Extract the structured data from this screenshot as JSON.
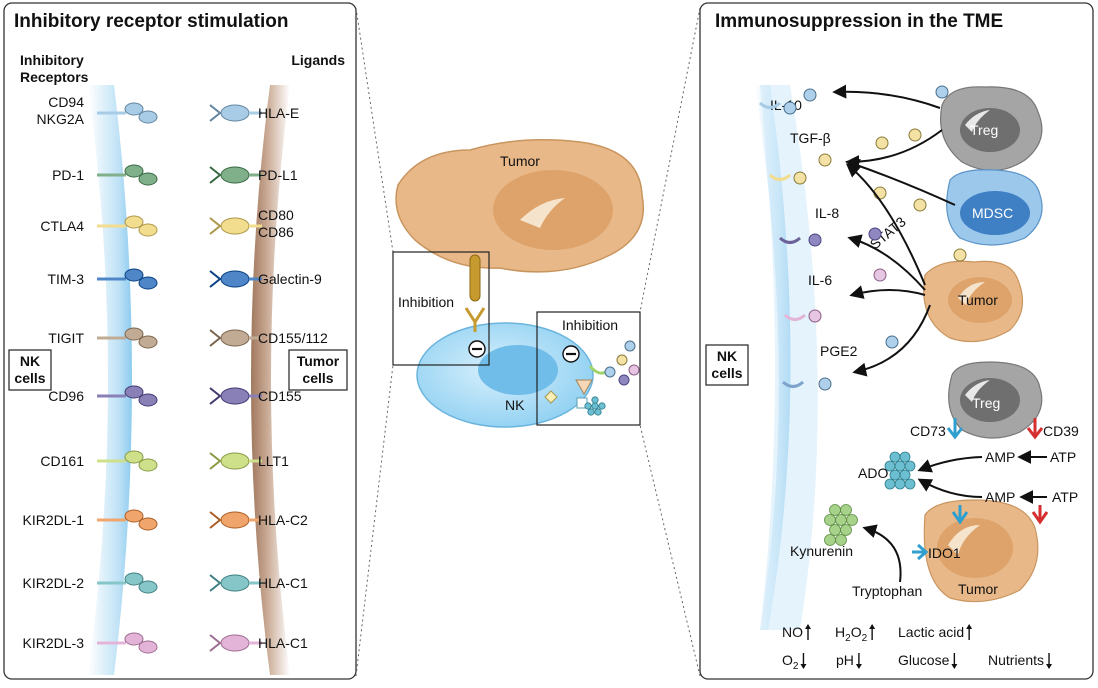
{
  "left_panel": {
    "title": "Inhibitory receptor stimulation",
    "col_receptors": [
      "Inhibitory",
      "Receptors"
    ],
    "col_ligands": "Ligands",
    "nk_label": [
      "NK",
      "cells"
    ],
    "tumor_label": [
      "Tumor",
      "cells"
    ],
    "pairs": [
      {
        "receptor": [
          "CD94",
          "NKG2A"
        ],
        "ligand": [
          "HLA-E"
        ],
        "color": "#a8cbe6"
      },
      {
        "receptor": [
          "PD-1"
        ],
        "ligand": [
          "PD-L1"
        ],
        "color": "#7fb08a"
      },
      {
        "receptor": [
          "CTLA4"
        ],
        "ligand": [
          "CD80",
          "CD86"
        ],
        "color": "#f2dc8e"
      },
      {
        "receptor": [
          "TIM-3"
        ],
        "ligand": [
          "Galectin-9"
        ],
        "color": "#4f86c8"
      },
      {
        "receptor": [
          "TIGIT"
        ],
        "ligand": [
          "CD155/112"
        ],
        "color": "#c2ab94"
      },
      {
        "receptor": [
          "CD96"
        ],
        "ligand": [
          "CD155"
        ],
        "color": "#8a80b8"
      },
      {
        "receptor": [
          "CD161"
        ],
        "ligand": [
          "LLT1"
        ],
        "color": "#cfe08a"
      },
      {
        "receptor": [
          "KIR2DL-1"
        ],
        "ligand": [
          "HLA-C2"
        ],
        "color": "#f0a56c"
      },
      {
        "receptor": [
          "KIR2DL-2"
        ],
        "ligand": [
          "HLA-C1"
        ],
        "color": "#86c6c8"
      },
      {
        "receptor": [
          "KIR2DL-3"
        ],
        "ligand": [
          "HLA-C1"
        ],
        "color": "#e3b4d8"
      }
    ]
  },
  "center": {
    "tumor_label": "Tumor",
    "nk_label": "NK",
    "inhibition_left": "Inhibition",
    "inhibition_right": "Inhibition"
  },
  "right_panel": {
    "title": "Immunosuppression in the TME",
    "nk_label": [
      "NK",
      "cells"
    ],
    "cells": {
      "treg": "Treg",
      "mdsc": "MDSC",
      "tumor": "Tumor",
      "treg2": "Treg",
      "tumor2": "Tumor"
    },
    "factors": {
      "il10": "IL-10",
      "tgfb": "TGF-β",
      "il8": "IL-8",
      "il6": "IL-6",
      "pge2": "PGE2",
      "stat3": "STAT3"
    },
    "metabolic": {
      "cd73": "CD73",
      "cd39": "CD39",
      "amp1": "AMP",
      "atp1": "ATP",
      "amp2": "AMP",
      "atp2": "ATP",
      "ado": "ADO",
      "kynurenin": "Kynurenin",
      "ido1": "IDO1",
      "tryptophan": "Tryptophan"
    },
    "env_row1": [
      {
        "label": "NO",
        "sub": "",
        "trend": "up"
      },
      {
        "label": "H",
        "sub": "2",
        "label2": "O",
        "sub2": "2",
        "trend": "up"
      },
      {
        "label": "Lactic acid",
        "sub": "",
        "trend": "up"
      }
    ],
    "env_row2": [
      {
        "label": "O",
        "sub": "2",
        "trend": "down"
      },
      {
        "label": "pH",
        "sub": "",
        "trend": "down"
      },
      {
        "label": "Glucose",
        "sub": "",
        "trend": "down"
      },
      {
        "label": "Nutrients",
        "sub": "",
        "trend": "down"
      }
    ]
  }
}
